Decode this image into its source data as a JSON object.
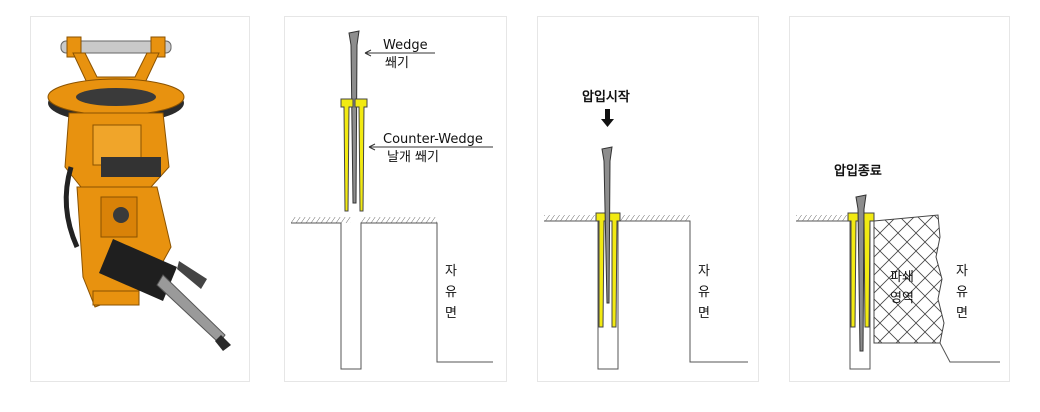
{
  "panel2": {
    "wedge_en": "Wedge",
    "wedge_ko": "쐐기",
    "counter_en": "Counter-Wedge",
    "counter_ko": "날개 쐐기",
    "free_face": [
      "자",
      "유",
      "면"
    ]
  },
  "panel3": {
    "start_label": "압입시작",
    "free_face": [
      "자",
      "유",
      "면"
    ]
  },
  "panel4": {
    "end_label": "압입종료",
    "zone_label": [
      "파쇄",
      "영역"
    ],
    "free_face": [
      "자",
      "유",
      "면"
    ]
  },
  "colors": {
    "wedge_yellow": "#f2ea12",
    "machine_orange": "#e8920f",
    "ink": "#111111",
    "line_gray": "#555555"
  }
}
